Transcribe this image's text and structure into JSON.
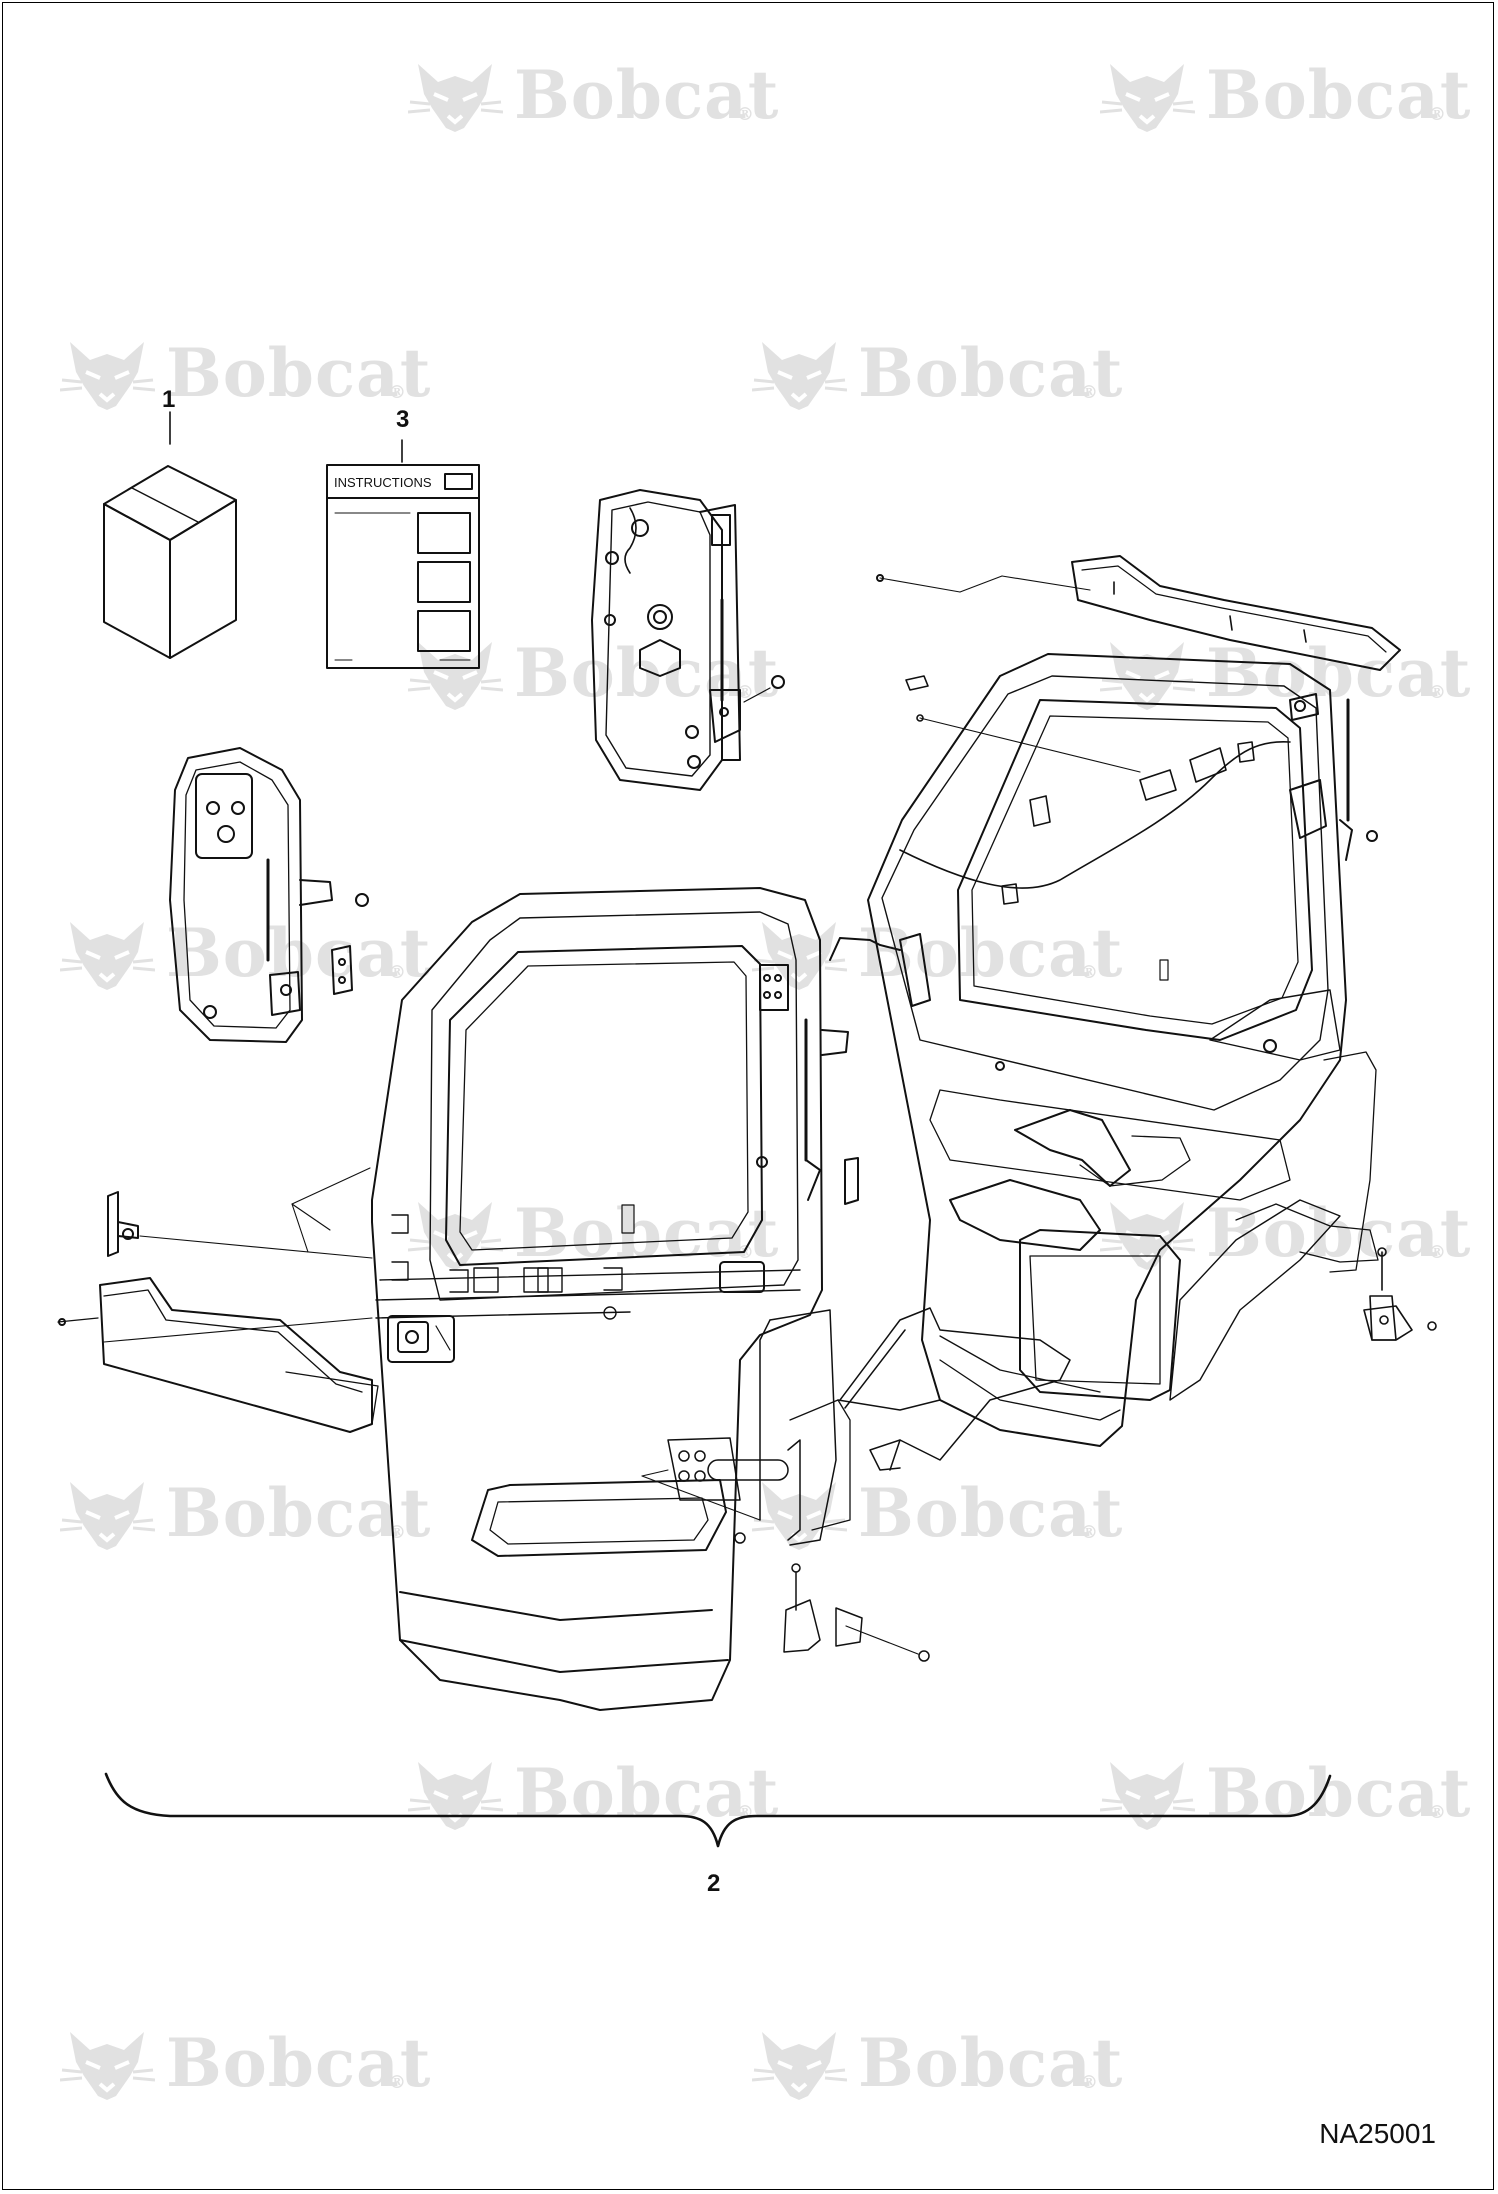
{
  "watermark": {
    "brand": "Bobcat",
    "mark": "®",
    "icon": "bobcat-head-logo-icon",
    "color": "#e1e1e1"
  },
  "callouts": {
    "item_1": "1",
    "item_2": "2",
    "item_3": "3"
  },
  "instruction_sheet": {
    "title": "INSTRUCTIONS"
  },
  "drawing_id": "NA25001",
  "colors": {
    "line": "#111111",
    "background": "#ffffff"
  }
}
